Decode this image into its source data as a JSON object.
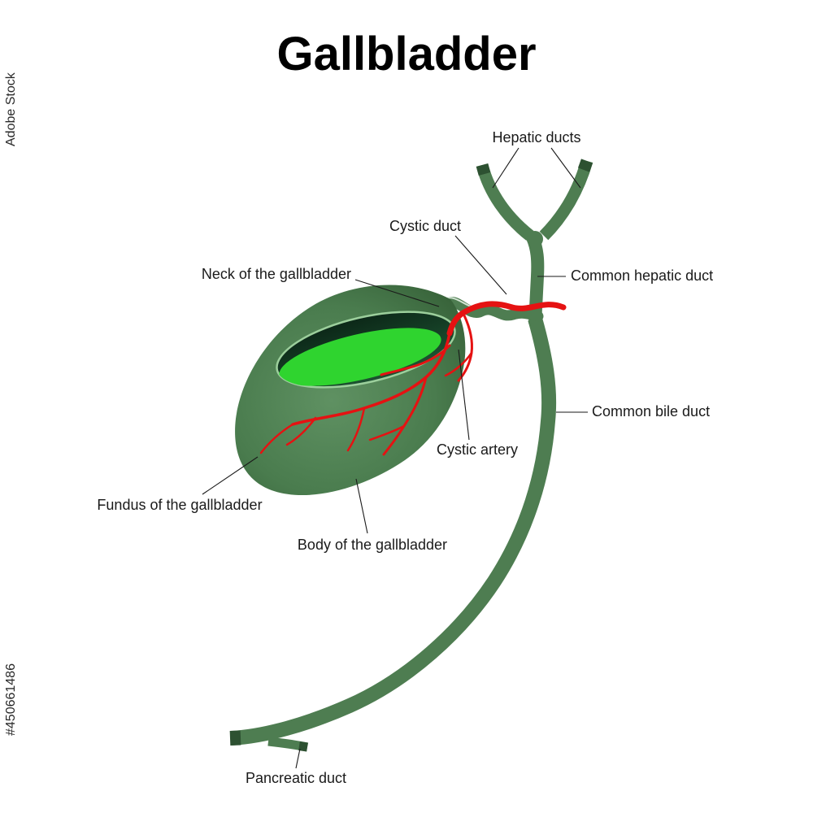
{
  "title": "Gallbladder",
  "watermark": {
    "brand": "Adobe Stock",
    "asset_id": "#450661486"
  },
  "labels": {
    "hepatic_ducts": "Hepatic ducts",
    "cystic_duct": "Cystic duct",
    "neck": "Neck of the gallbladder",
    "common_hepatic_duct": "Common hepatic duct",
    "common_bile_duct": "Common bile duct",
    "cystic_artery": "Cystic artery",
    "fundus": "Fundus of the gallbladder",
    "body": "Body of the gallbladder",
    "pancreatic_duct": "Pancreatic duct"
  },
  "colors": {
    "duct_green": "#4e7d51",
    "body_green_light": "#5f9162",
    "body_green_dark": "#376239",
    "bile_green": "#2fd42f",
    "interior_dark": "#0a2315",
    "artery_red": "#e51212",
    "label_text": "#1a1a1a"
  }
}
